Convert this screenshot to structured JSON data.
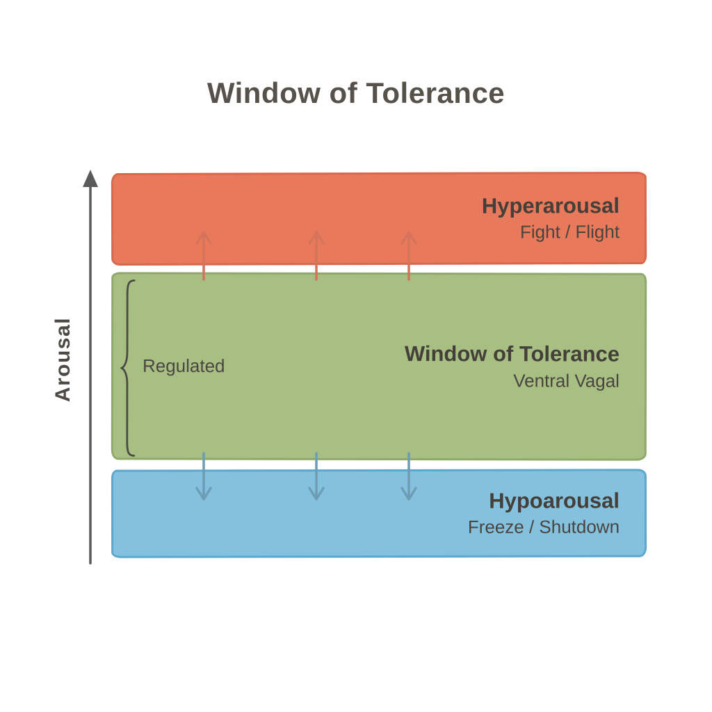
{
  "title": "Window of Tolerance",
  "y_axis": {
    "label": "Arousal"
  },
  "bands": [
    {
      "id": "hyperarousal",
      "title": "Hyperarousal",
      "subtitle": "Fight / Flight",
      "fill": "#E8795B",
      "border": "#D8684C"
    },
    {
      "id": "window-of-tolerance",
      "title": "Window of Tolerance",
      "subtitle": "Ventral Vagal",
      "annotation": "Regulated",
      "fill": "#A8BF84",
      "border": "#8EA968"
    },
    {
      "id": "hypoarousal",
      "title": "Hypoarousal",
      "subtitle": "Freeze / Shutdown",
      "fill": "#83C1DF",
      "border": "#5BA7CD"
    }
  ],
  "arrows": {
    "up": {
      "count": 3,
      "color": "#D4745A"
    },
    "down": {
      "count": 3,
      "color": "#6D9DB4"
    }
  },
  "colors": {
    "axis": "#5A5A5A",
    "ink": "#4D4A45",
    "title_text": "#56514B",
    "band_text": "#443F39"
  }
}
